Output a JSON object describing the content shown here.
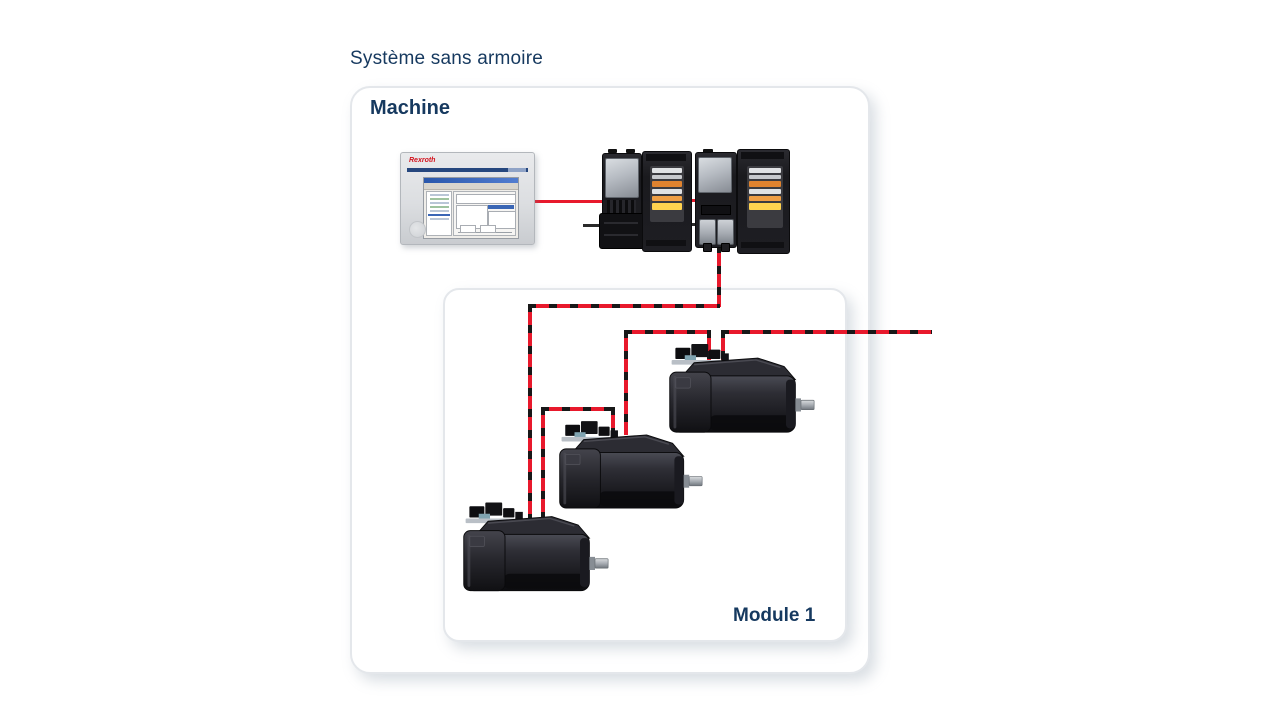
{
  "page": {
    "title": "Système sans armoire",
    "background": "#ffffff"
  },
  "machine_box": {
    "label": "Machine"
  },
  "module_box": {
    "label": "Module 1"
  },
  "pc": {
    "brand_logo": "Rexroth"
  },
  "equipment": {
    "pc_name": "engineering-pc",
    "drive_1": "drive-unit-left",
    "drive_2": "drive-unit-right",
    "motor_1": "servo-motor-top",
    "motor_2": "servo-motor-middle",
    "motor_3": "servo-motor-bottom"
  },
  "connections": {
    "pc_to_drive": "solid-red-cable",
    "drive_to_motors": "red-black-hybrid-cable-daisy-chain"
  },
  "colors": {
    "label_navy": "#16395f",
    "cable_red": "#e8192c",
    "cable_dash_black": "#181818",
    "box_border": "#e4e7eb"
  }
}
